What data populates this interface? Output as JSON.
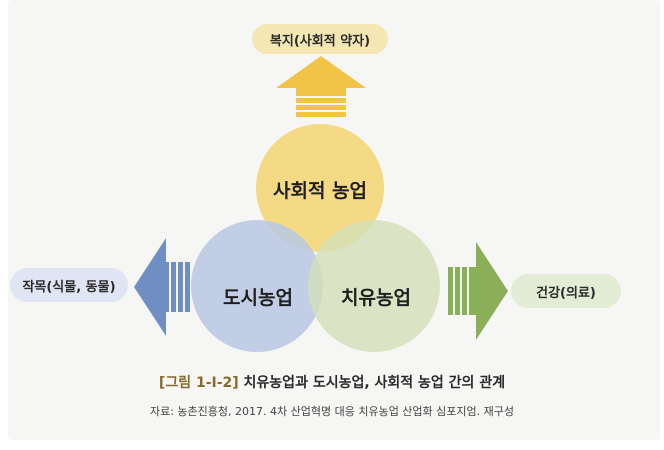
{
  "nodes": {
    "top_label": "복지(사회적 약자)",
    "left_label": "작목(식물, 동물)",
    "right_label": "건강(의료)",
    "circle_social": "사회적 농업",
    "circle_urban": "도시농업",
    "circle_healing": "치유농업"
  },
  "caption": {
    "figure_number": "[그림 1-Ⅰ-2]",
    "title": " 치유농업과 도시농업, 사회적 농업 간의 관계"
  },
  "source": "자료: 농촌진흥청, 2017. 4차 산업혁명 대응 치유농업 산업화 심포지엄. 재구성",
  "colors": {
    "social": "#f3d77a",
    "urban": "#b9c8e4",
    "healing": "#d3e0b8",
    "arrow_up": "#f1c447",
    "arrow_left": "#6f8fc4",
    "arrow_right": "#8aaf58"
  }
}
